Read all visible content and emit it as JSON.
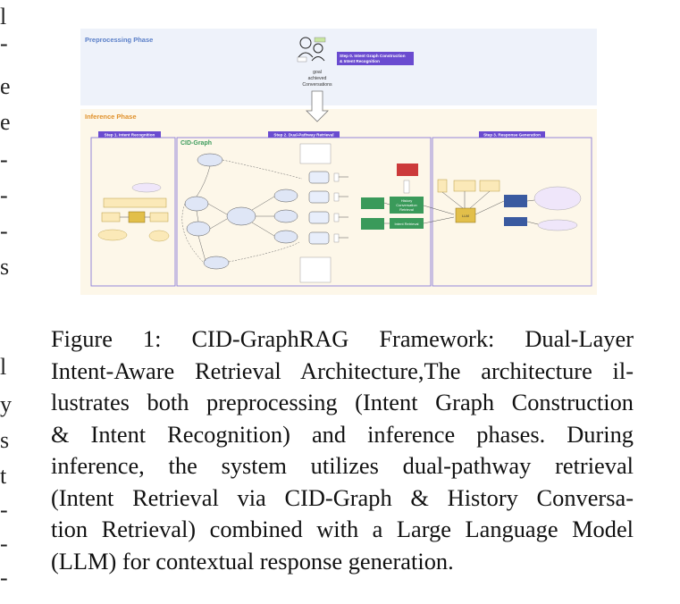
{
  "left_margin_marks": [
    "l",
    "-",
    "e",
    "e",
    "-",
    "-",
    "-",
    "s",
    "l",
    "y",
    "s",
    "t",
    "-",
    "-",
    "-"
  ],
  "figure": {
    "preprocessing_phase": "Preprocessing Phase",
    "inference_phase": "Inference Phase",
    "step0": [
      "Step 0.  Intent Graph Construction",
      "& Intent Recognition"
    ],
    "goal_text": [
      "goal",
      "achieved",
      "Conversations"
    ],
    "step1": "Step 1.  Intent Recognition",
    "step2": "Step 2. Dual-Pathway Retrieval",
    "step3": "Step 3.  Response Generation",
    "cid_graph": "CID-Graph",
    "history_retrieval": [
      "History",
      "Conversation",
      "Retrieval"
    ],
    "intent_retrieval": "Intent Retrieval",
    "llm": "LLM"
  },
  "caption": [
    "Figure 1:  CID-GraphRAG Framework:  Dual-Layer",
    "Intent-Aware Retrieval Architecture,The architecture il-",
    "lustrates both preprocessing (Intent Graph Construction",
    "& Intent Recognition) and inference phases.  During",
    "inference, the system utilizes dual-pathway retrieval",
    "(Intent Retrieval via CID-Graph & History Conversa-",
    "tion Retrieval) combined with a Large Language Model",
    "(LLM) for contextual response generation."
  ],
  "colors": {
    "preprocessing_bg": "#eef2fa",
    "inference_bg": "#fdf7e9",
    "step_label": "#6a4bd0",
    "green": "#3a9a5a",
    "red": "#cc3a3a",
    "gold": "#e2bf4a"
  }
}
